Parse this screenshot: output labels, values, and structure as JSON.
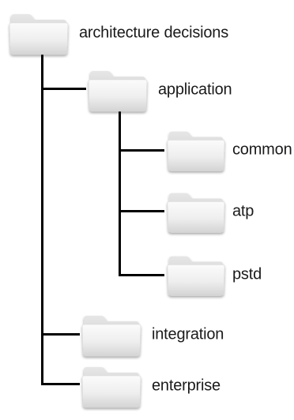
{
  "tree": {
    "root": {
      "label": "architecture decisions",
      "icon": "folder-icon"
    },
    "children": [
      {
        "label": "application",
        "icon": "folder-icon",
        "children": [
          {
            "label": "common",
            "icon": "folder-icon"
          },
          {
            "label": "atp",
            "icon": "folder-icon"
          },
          {
            "label": "pstd",
            "icon": "folder-icon"
          }
        ]
      },
      {
        "label": "integration",
        "icon": "folder-icon"
      },
      {
        "label": "enterprise",
        "icon": "folder-icon"
      }
    ]
  },
  "colors": {
    "connector": "#000000",
    "folder_light": "#f4f4f4",
    "folder_dark": "#cfcfcf",
    "label": "#1a1a1a"
  }
}
